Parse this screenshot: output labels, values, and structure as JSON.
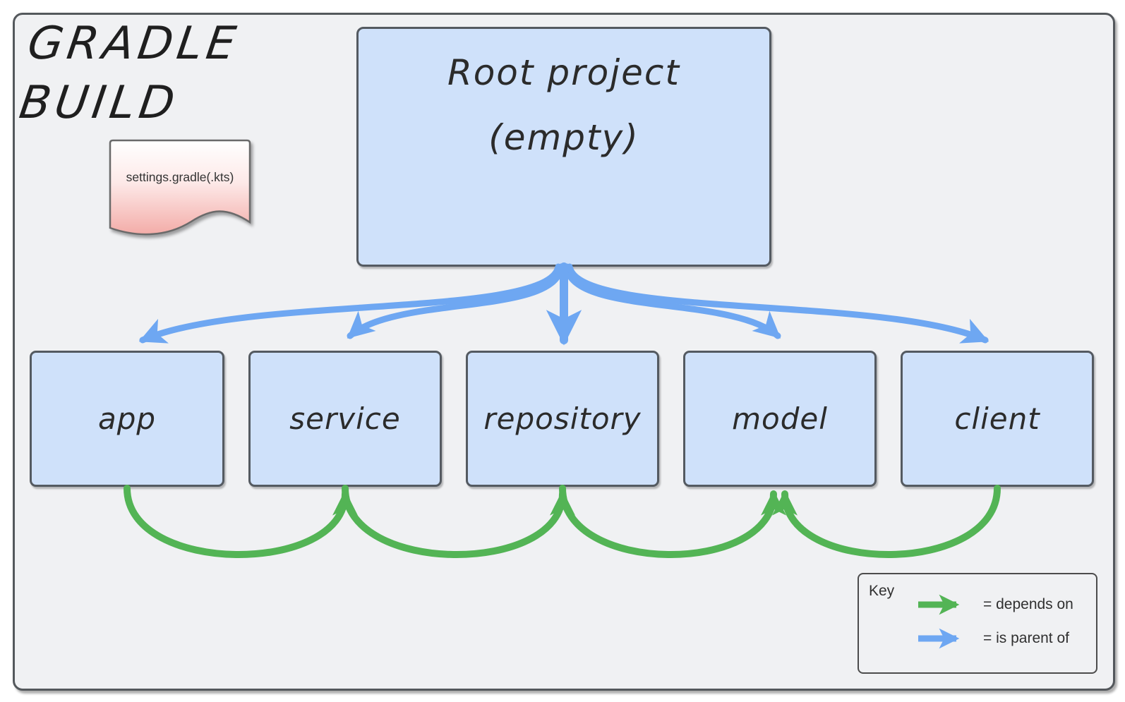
{
  "title": {
    "line1": "GRADLE",
    "line2": "BUILD"
  },
  "note": {
    "label": "settings.gradle(.kts)"
  },
  "root": {
    "line1": "Root project",
    "line2": "(empty)"
  },
  "modules": [
    {
      "label": "app"
    },
    {
      "label": "service"
    },
    {
      "label": "repository"
    },
    {
      "label": "model"
    },
    {
      "label": "client"
    }
  ],
  "key": {
    "title": "Key",
    "depends_label": "= depends on",
    "parent_label": "= is parent of"
  },
  "edges": {
    "is_parent_of": [
      [
        "Root project",
        "app"
      ],
      [
        "Root project",
        "service"
      ],
      [
        "Root project",
        "repository"
      ],
      [
        "Root project",
        "model"
      ],
      [
        "Root project",
        "client"
      ]
    ],
    "depends_on": [
      [
        "app",
        "service"
      ],
      [
        "service",
        "repository"
      ],
      [
        "repository",
        "model"
      ],
      [
        "client",
        "model"
      ]
    ]
  },
  "colors": {
    "page_bg": "#ffffff",
    "canvas_bg": "#f0f1f3",
    "canvas_border": "#54585c",
    "module_fill": "#cfe1fa",
    "module_border": "#545a61",
    "parent_arrow": "#6ea7f2",
    "depends_arrow": "#53b455",
    "note_top": "#ffffff",
    "note_bottom": "#f3aca8",
    "note_border": "#6a6a6a",
    "text": "#2b2b2b"
  }
}
